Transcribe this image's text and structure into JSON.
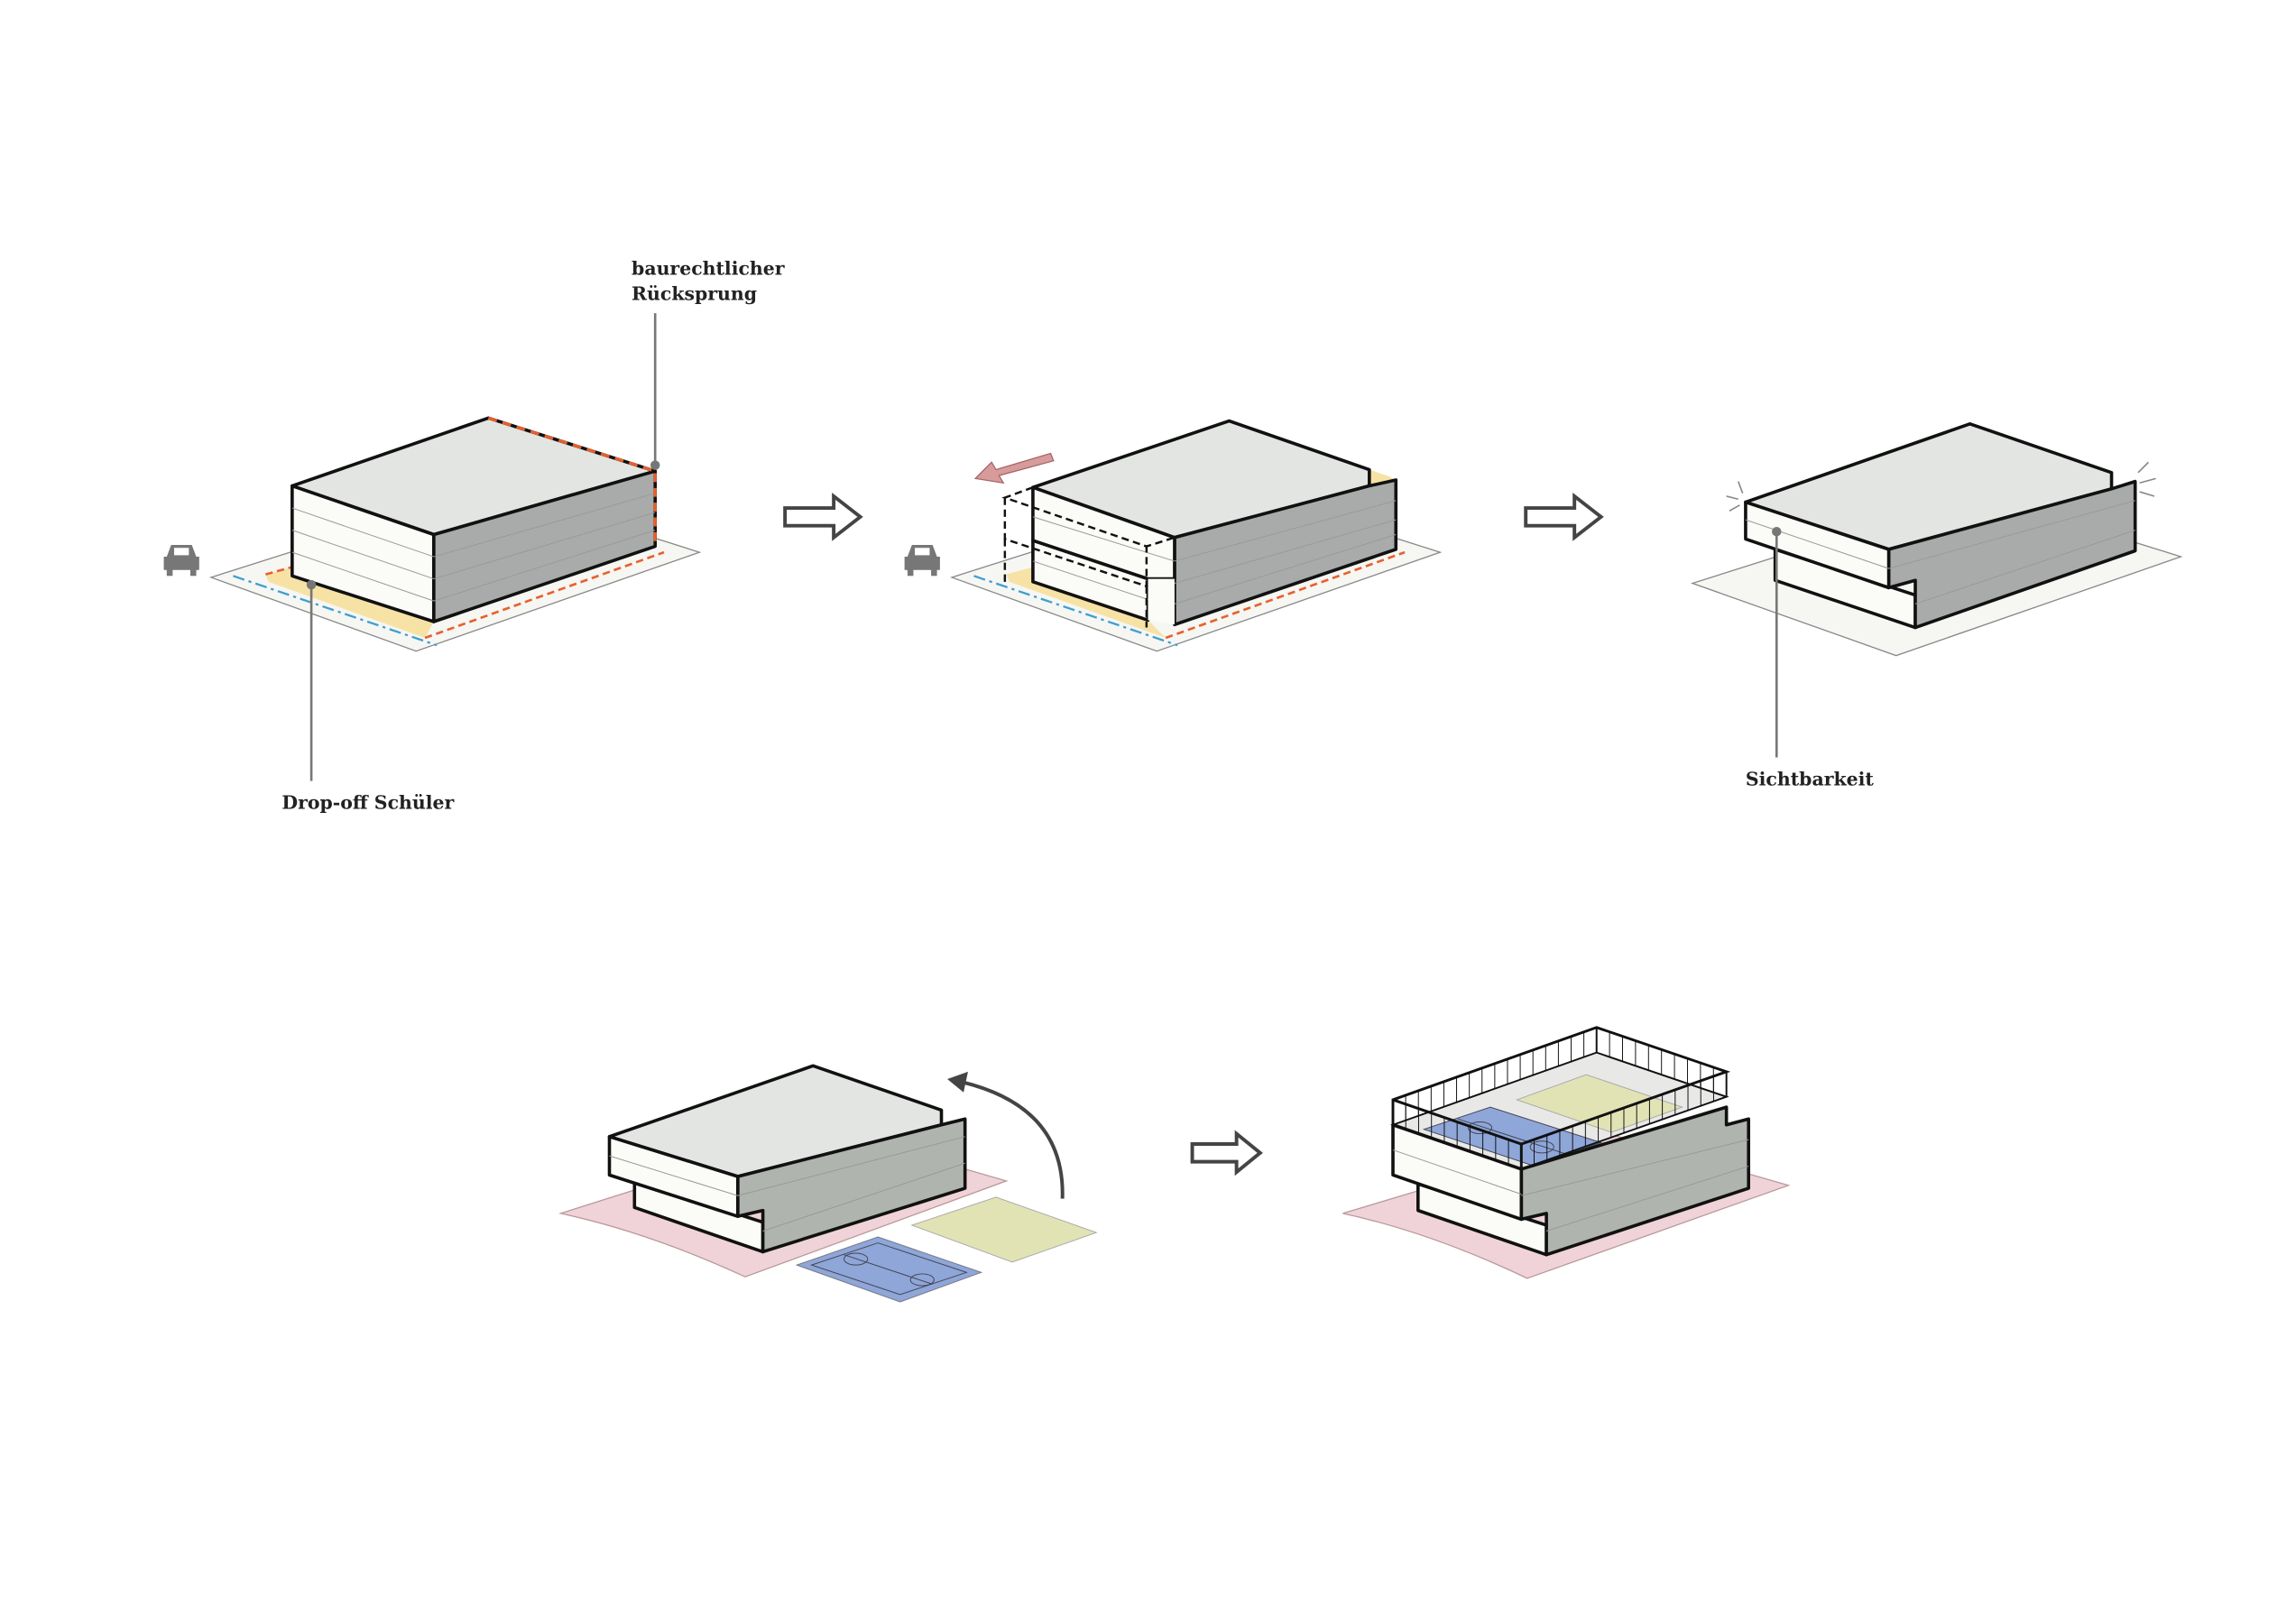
{
  "labels": {
    "setback": [
      "baurechtlicher",
      "Rücksprung"
    ],
    "dropoff": "Drop-off Schüler",
    "visibility": "Sichtbarkeit"
  },
  "icons": [
    "car-icon",
    "arrow-right-icon",
    "move-arrow-icon",
    "rotate-arrow-icon",
    "sparkle-icon"
  ],
  "colors": {
    "setback_line": "#e8602c",
    "property_line": "#3f9fd0",
    "dropoff_zone": "#f7e2a6",
    "court": "#8ea6d8",
    "field": "#e1e3b5",
    "site_pink": "#efd3d8",
    "move_arrow": "#d69c9c"
  }
}
